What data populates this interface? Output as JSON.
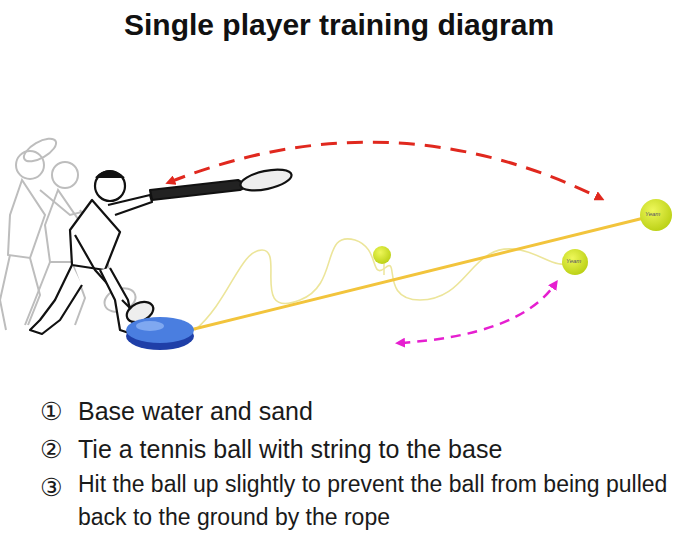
{
  "diagram": {
    "title": "Single player training diagram",
    "labels": [
      "①",
      "Base water and sand",
      "②",
      "Tie a tennis ball with string to the base",
      "③",
      "Hit the ball up slightly to prevent the ball from being pulled back to the ground by the rope",
      "Yeam",
      "Yeam"
    ]
  }
}
